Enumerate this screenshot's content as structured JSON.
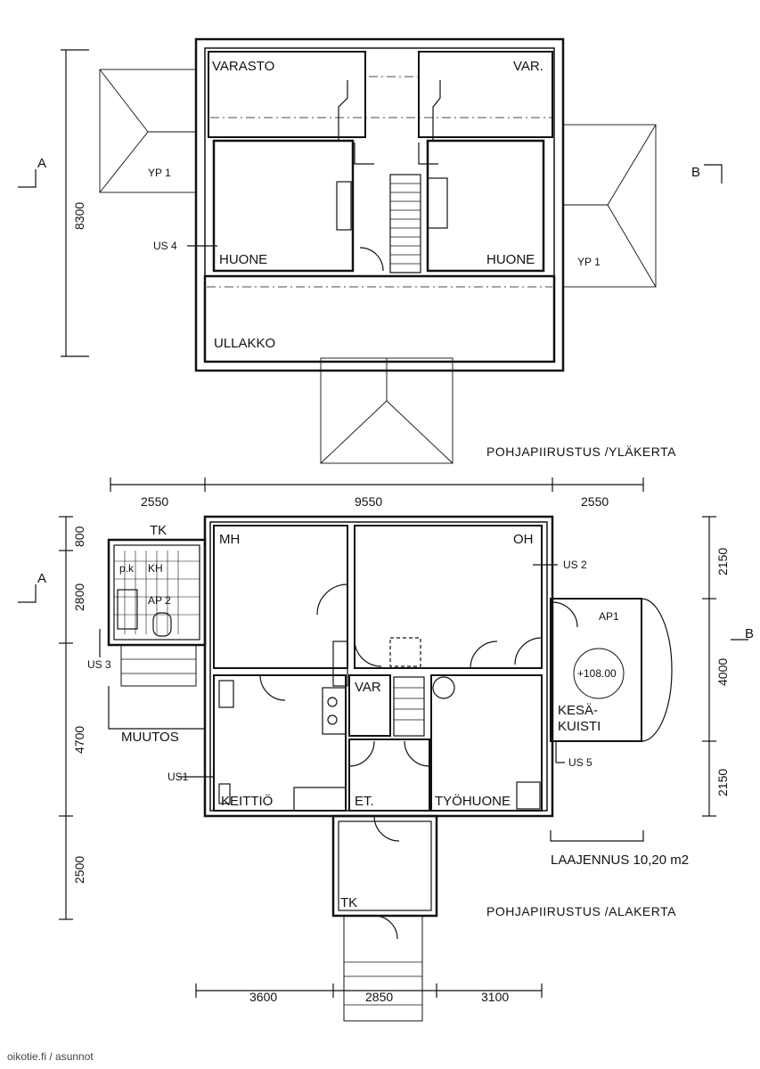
{
  "upper_floor": {
    "title": "POHJAPIIRUSTUS /YLÄKERTA",
    "rooms": [
      "VARASTO",
      "VAR.",
      "HUONE",
      "HUONE",
      "ULLAKKO"
    ],
    "roof_labels": [
      "YP 1",
      "YP 1"
    ],
    "markers": [
      "US 4"
    ],
    "section_marks": [
      "A",
      "B"
    ],
    "height_dimension": "8300"
  },
  "lower_floor": {
    "title": "POHJAPIIRUSTUS /ALAKERTA",
    "rooms": [
      "MH",
      "OH",
      "VAR",
      "KEITTIÖ",
      "ET.",
      "TYÖHUONE",
      "TK",
      "TK",
      "KESÄ-",
      "KUISTI",
      "p.k",
      "KH",
      "AP 2",
      "AP1"
    ],
    "markers": [
      "US 3",
      "US1",
      "US 2",
      "US 5"
    ],
    "elevation": "+108.00",
    "muutos": "MUUTOS",
    "extension": "LAAJENNUS 10,20 m2",
    "section_marks": [
      "A",
      "B"
    ],
    "dims_top": [
      "2550",
      "9550",
      "2550"
    ],
    "dims_bottom": [
      "3600",
      "2850",
      "3100"
    ],
    "dims_left": [
      "800",
      "2800",
      "4700",
      "2500"
    ],
    "dims_right": [
      "2150",
      "4000",
      "2150"
    ]
  },
  "watermark": "oikotie.fi / asunnot"
}
